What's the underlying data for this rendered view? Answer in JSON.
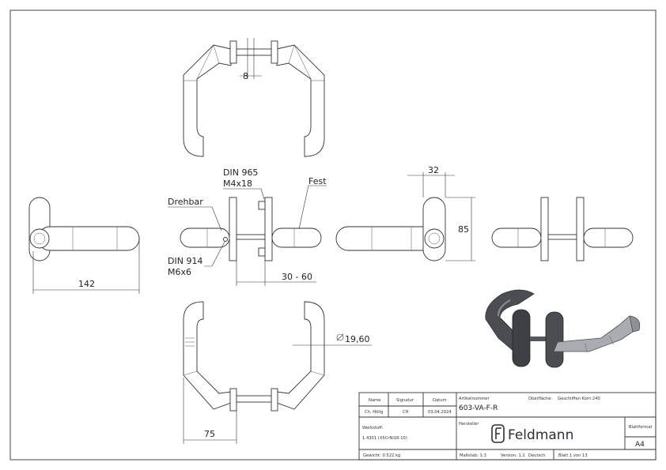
{
  "dimensions": {
    "d8": "8",
    "d32": "32",
    "d85": "85",
    "d142": "142",
    "d75": "75",
    "d30_60": "30 - 60",
    "d19_60": "19,60"
  },
  "callouts": {
    "din965_line1": "DIN 965",
    "din965_line2": "M4x18",
    "fest": "Fest",
    "drehbar": "Drehbar",
    "din914_line1": "DIN 914",
    "din914_line2": "M6x6"
  },
  "title_block": {
    "name_label": "Name",
    "signatur_label": "Signatur",
    "datum_label": "Datum",
    "name_value": "Ch. Hölig",
    "signatur_value": "CH",
    "datum_value": "03.04.2024",
    "artikel_label": "Artikelnummer",
    "artikel_value": "603-VA-F-R",
    "oberflaeche_label": "Oberfläche:",
    "oberflaeche_value": "Geschliffen Korn 240",
    "werkstoff_label": "Werkstoff:",
    "werkstoff_value": "1.4301 (X5CrNi18-10)",
    "hersteller_label": "Hersteller",
    "brand": "Feldmann",
    "blattformat_label": "Blattformat",
    "blattformat_value": "A4",
    "gewicht": "Gewicht: 0.522 kg",
    "massstab": "Maßstab: 1:3",
    "version": "Version: 1.1",
    "sprache": "Deutsch",
    "blatt": "Blatt 1 von 13"
  },
  "colors": {
    "line": "#333333",
    "render_dark": "#4a4d52",
    "render_light": "#a9adb2"
  }
}
